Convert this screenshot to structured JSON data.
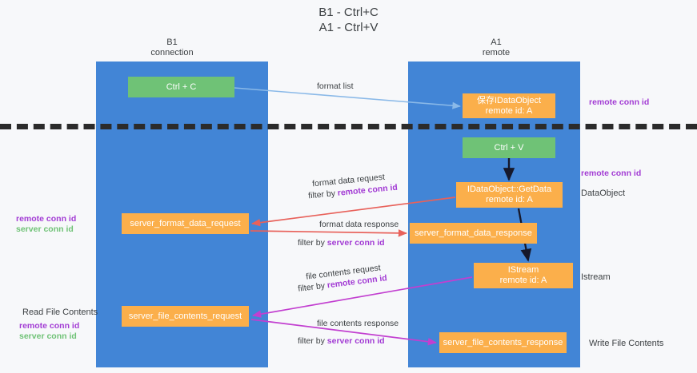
{
  "title": "B1 - Ctrl+C\nA1 - Ctrl+V",
  "title_line1": "B1 - Ctrl+C",
  "title_line2": "A1 - Ctrl+V",
  "colors": {
    "lane": "#4285d6",
    "green_node": "#6fc276",
    "orange_node": "#fbaf4b",
    "purple_text": "#a23bd4",
    "green_text": "#6fc276",
    "divider": "#2b2b2b",
    "arrow_blue": "#8ab9e8",
    "arrow_red": "#e8615a",
    "arrow_magenta": "#c23fd0",
    "arrow_black": "#1a1a2e",
    "background": "#f7f8fa"
  },
  "columns": {
    "left": {
      "name": "B1",
      "role": "connection"
    },
    "right": {
      "name": "A1",
      "role": "remote"
    }
  },
  "nodes": {
    "ctrl_c": {
      "label": "Ctrl + C",
      "type": "green"
    },
    "save_dataobject": {
      "line1": "保存IDataObject",
      "line2": "remote id: A",
      "type": "orange"
    },
    "ctrl_v": {
      "label": "Ctrl + V",
      "type": "green"
    },
    "getdata": {
      "line1": "IDataObject::GetData",
      "line2": "remote id: A",
      "type": "orange"
    },
    "server_format_data_request": {
      "label": "server_format_data_request",
      "type": "orange"
    },
    "server_format_data_response": {
      "label": "server_format_data_response",
      "type": "orange"
    },
    "istream": {
      "line1": "IStream",
      "line2": "remote id: A",
      "type": "orange"
    },
    "server_file_contents_request": {
      "label": "server_file_contents_request",
      "type": "orange"
    },
    "server_file_contents_response": {
      "label": "server_file_contents_response",
      "type": "orange"
    }
  },
  "edge_labels": {
    "format_list": "format list",
    "format_data_request": "format data request",
    "format_data_request_filter_prefix": "filter by ",
    "format_data_request_filter_key": "remote conn id",
    "format_data_response": "format data response",
    "format_data_response_filter_prefix": "filter by ",
    "format_data_response_filter_key": "server conn id",
    "file_contents_request": "file contents request",
    "file_contents_request_filter_prefix": "filter by ",
    "file_contents_request_filter_key": "remote conn id",
    "file_contents_response": "file contents response",
    "file_contents_response_filter_prefix": "filter by ",
    "file_contents_response_filter_key": "server conn id"
  },
  "annotations": {
    "right_remote_conn_id_top": "remote conn id",
    "right_remote_conn_id_mid": "remote conn id",
    "right_dataobject": "DataObject",
    "right_istream": "Istream",
    "right_write_file_contents": "Write File Contents",
    "left_remote_conn_id": "remote conn id",
    "left_server_conn_id": "server conn id",
    "left_read_file_contents": "Read File Contents",
    "left_remote_conn_id_2": "remote conn id",
    "left_server_conn_id_2": "server conn id"
  }
}
